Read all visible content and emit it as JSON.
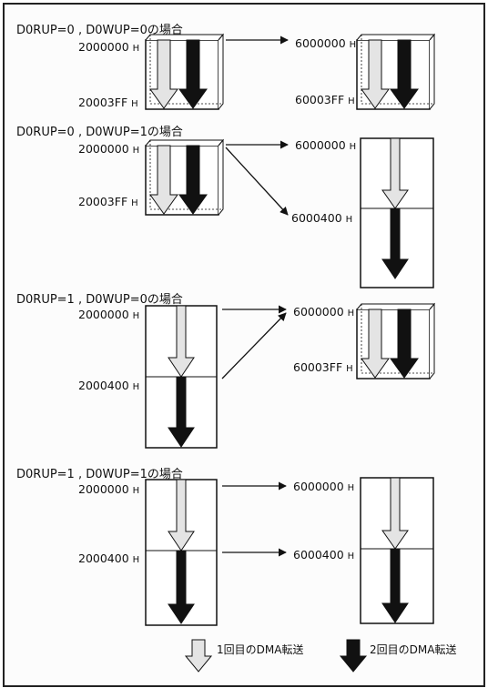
{
  "sections": [
    {
      "title": "D0RUP=0 , D0WUP=0の場合",
      "src_start": "2000000",
      "src_end": "20003FF",
      "dst_a": "6000000",
      "dst_b": "60003FF"
    },
    {
      "title": "D0RUP=0 , D0WUP=1の場合",
      "src_start": "2000000",
      "src_end": "20003FF",
      "dst_a": "6000000",
      "dst_b": "6000400"
    },
    {
      "title": "D0RUP=1 , D0WUP=0の場合",
      "src_start": "2000000",
      "src_end": "2000400",
      "dst_a": "6000000",
      "dst_b": "60003FF"
    },
    {
      "title": "D0RUP=1 , D0WUP=1の場合",
      "src_start": "2000000",
      "src_end": "2000400",
      "dst_a": "6000000",
      "dst_b": "6000400"
    }
  ],
  "suffix": "H",
  "legend": {
    "first": "1回目のDMA転送",
    "second": "2回目のDMA転送"
  },
  "colors": {
    "first_transfer": "#e4e4e4",
    "second_transfer": "#111111"
  }
}
